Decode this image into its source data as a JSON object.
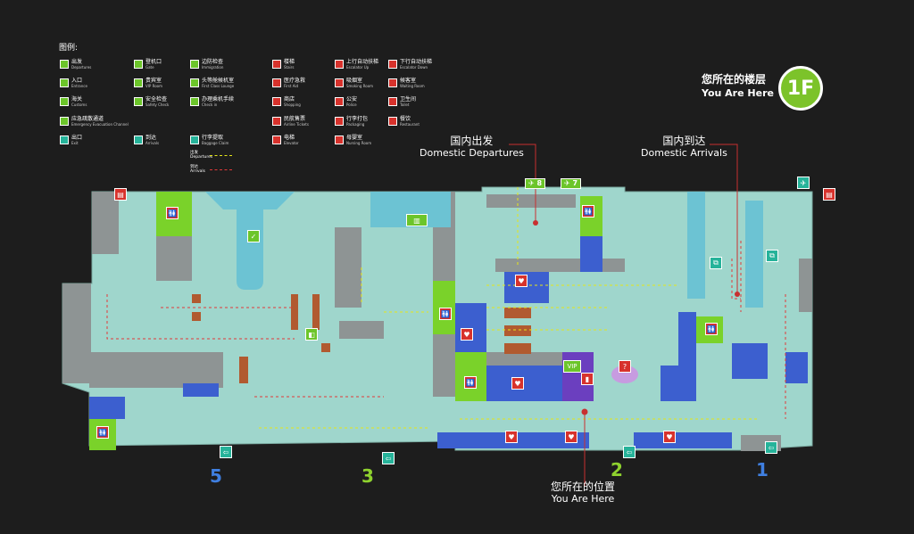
{
  "legend": {
    "title": "图例:",
    "items": [
      {
        "zh": "出发",
        "en": "Departures",
        "color": "#6cc52a"
      },
      {
        "zh": "登机口",
        "en": "Gate",
        "color": "#6cc52a"
      },
      {
        "zh": "边防检查",
        "en": "Immigration",
        "color": "#6cc52a"
      },
      {
        "zh": "楼梯",
        "en": "Stairs",
        "color": "#d7322c"
      },
      {
        "zh": "上行自动扶梯",
        "en": "Escalator Up",
        "color": "#d7322c"
      },
      {
        "zh": "下行自动扶梯",
        "en": "Escalator Down",
        "color": "#d7322c"
      },
      {
        "zh": "入口",
        "en": "Entrance",
        "color": "#6cc52a"
      },
      {
        "zh": "贵宾室",
        "en": "VIP Room",
        "color": "#6cc52a"
      },
      {
        "zh": "头等舱候机室",
        "en": "First Class Lounge",
        "color": "#6cc52a"
      },
      {
        "zh": "医疗急救",
        "en": "First Aid",
        "color": "#d7322c"
      },
      {
        "zh": "吸烟室",
        "en": "Smoking Room",
        "color": "#d7322c"
      },
      {
        "zh": "候客室",
        "en": "Waiting Room",
        "color": "#d7322c"
      },
      {
        "zh": "海关",
        "en": "Customs",
        "color": "#6cc52a"
      },
      {
        "zh": "安全检查",
        "en": "Safety Check",
        "color": "#6cc52a"
      },
      {
        "zh": "办理乘机手续",
        "en": "Check in",
        "color": "#6cc52a"
      },
      {
        "zh": "商店",
        "en": "Shopping",
        "color": "#d7322c"
      },
      {
        "zh": "公安",
        "en": "Police",
        "color": "#d7322c"
      },
      {
        "zh": "卫生间",
        "en": "Toilet",
        "color": "#d7322c"
      },
      {
        "zh": "应急疏散通道",
        "en": "Emergency Evacuation Channel",
        "color": "#6cc52a"
      },
      {
        "zh": "民航售票",
        "en": "Airline Tickets",
        "color": "#d7322c"
      },
      {
        "zh": "行李打包",
        "en": "Packaging",
        "color": "#d7322c"
      },
      {
        "zh": "餐饮",
        "en": "Restaurant",
        "color": "#d7322c"
      },
      {
        "zh": "出口",
        "en": "Exit",
        "color": "#26b39a"
      },
      {
        "zh": "到达",
        "en": "Arrivals",
        "color": "#26b39a"
      },
      {
        "zh": "行李提取",
        "en": "Baggage Claim",
        "color": "#26b39a"
      },
      {
        "zh": "电梯",
        "en": "Elevator",
        "color": "#d7322c"
      },
      {
        "zh": "母婴室",
        "en": "Nursing Room",
        "color": "#d7322c"
      }
    ],
    "lines": [
      {
        "zh": "出发",
        "en": "Departures",
        "color": "#e6e619"
      },
      {
        "zh": "到达",
        "en": "Arrivals",
        "color": "#e03a3a"
      }
    ]
  },
  "floor": {
    "zh": "您所在的楼层",
    "en": "You Are Here",
    "level": "1F"
  },
  "callouts": {
    "departures": {
      "zh": "国内出发",
      "en": "Domestic Departures"
    },
    "arrivals": {
      "zh": "国内到达",
      "en": "Domestic Arrivals"
    },
    "here": {
      "zh": "您所在的位置",
      "en": "You Are Here"
    }
  },
  "gates": [
    "8",
    "7"
  ],
  "entrances": [
    {
      "num": "5",
      "color": "#3f7fe0"
    },
    {
      "num": "3",
      "color": "#8ed12e"
    },
    {
      "num": "2",
      "color": "#8ed12e"
    },
    {
      "num": "1",
      "color": "#3f7fe0"
    }
  ],
  "map_markers": {
    "vip": "VIP",
    "info": "?"
  }
}
